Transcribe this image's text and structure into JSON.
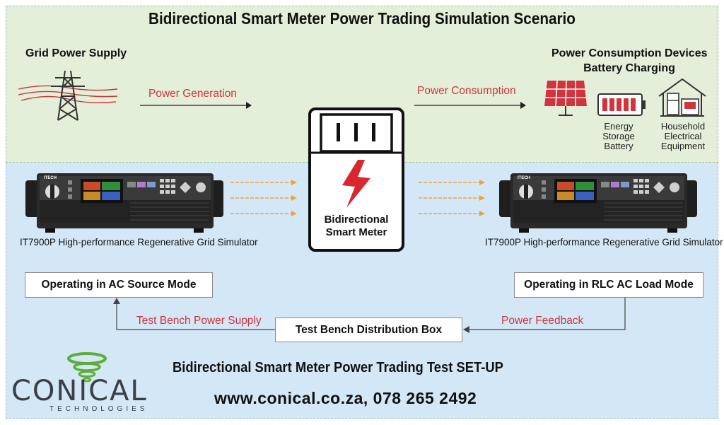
{
  "title": "Bidirectional Smart Meter Power Trading Simulation Scenario",
  "top": {
    "grid_label": "Grid Power Supply",
    "power_generation": "Power Generation",
    "power_consumption": "Power Consumption",
    "devices_label_line1": "Power Consumption Devices",
    "devices_label_line2": "Battery Charging",
    "storage_label": [
      "Energy",
      "Storage",
      "Battery"
    ],
    "household_label": [
      "Household",
      "Electrical",
      "Equipment"
    ]
  },
  "meter": {
    "label_line1": "Bidirectional",
    "label_line2": "Smart Meter"
  },
  "simulators": {
    "left_caption": "IT7900P High-performance Regenerative Grid Simulator",
    "right_caption": "IT7900P High-performance Regenerative Grid Simulator",
    "brand": "ITECH"
  },
  "boxes": {
    "ac_source": "Operating in AC Source Mode",
    "rlc_load": "Operating in RLC AC Load Mode",
    "distribution": "Test Bench Distribution Box"
  },
  "flows": {
    "test_bench_supply": "Test Bench Power Supply",
    "power_feedback": "Power Feedback"
  },
  "footer": {
    "setup_title": "Bidirectional Smart Meter Power Trading Test  SET-UP",
    "contact": "www.conical.co.za, 078 265 2492",
    "logo_main": "CONICAL",
    "logo_sub": "TECHNOLOGIES"
  },
  "colors": {
    "accent_red": "#d0343d",
    "arrow_orange": "#f0a23a",
    "top_panel": "#e3efd9",
    "bottom_panel": "#d3e7f7",
    "logo_green": "#5cae3a"
  }
}
